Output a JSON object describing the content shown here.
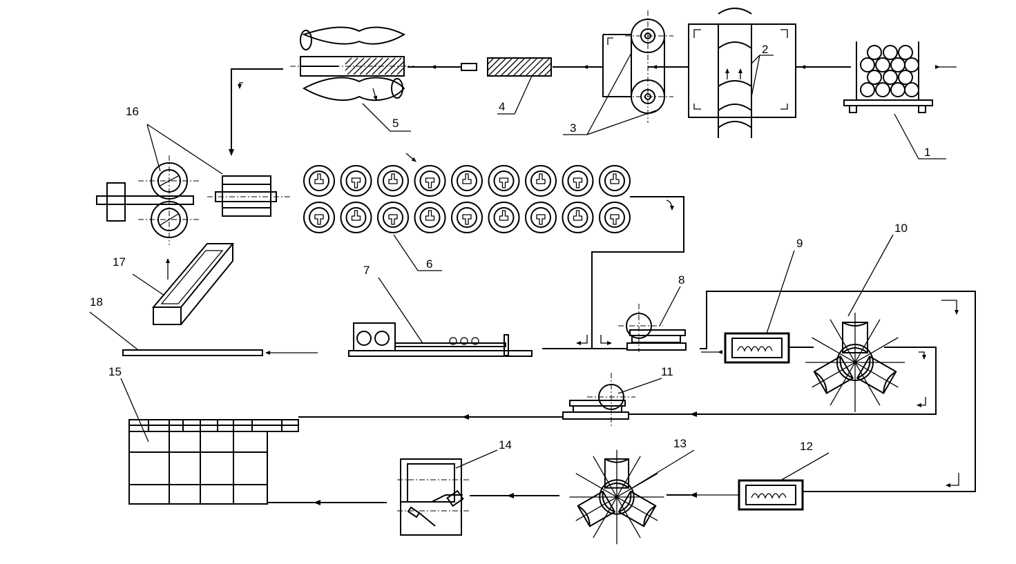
{
  "diagram": {
    "labels": [
      {
        "id": "1",
        "text": "1"
      },
      {
        "id": "2",
        "text": "2"
      },
      {
        "id": "3",
        "text": "3"
      },
      {
        "id": "4",
        "text": "4"
      },
      {
        "id": "5",
        "text": "5"
      },
      {
        "id": "6",
        "text": "6"
      },
      {
        "id": "7",
        "text": "7"
      },
      {
        "id": "8",
        "text": "8"
      },
      {
        "id": "9",
        "text": "9"
      },
      {
        "id": "10",
        "text": "10"
      },
      {
        "id": "11",
        "text": "11"
      },
      {
        "id": "12",
        "text": "12"
      },
      {
        "id": "13",
        "text": "13"
      },
      {
        "id": "14",
        "text": "14"
      },
      {
        "id": "15",
        "text": "15"
      },
      {
        "id": "16",
        "text": "16"
      },
      {
        "id": "17",
        "text": "17"
      },
      {
        "id": "18",
        "text": "18"
      }
    ],
    "stand_count": 9,
    "line_color": "#000000",
    "background": "#ffffff"
  }
}
